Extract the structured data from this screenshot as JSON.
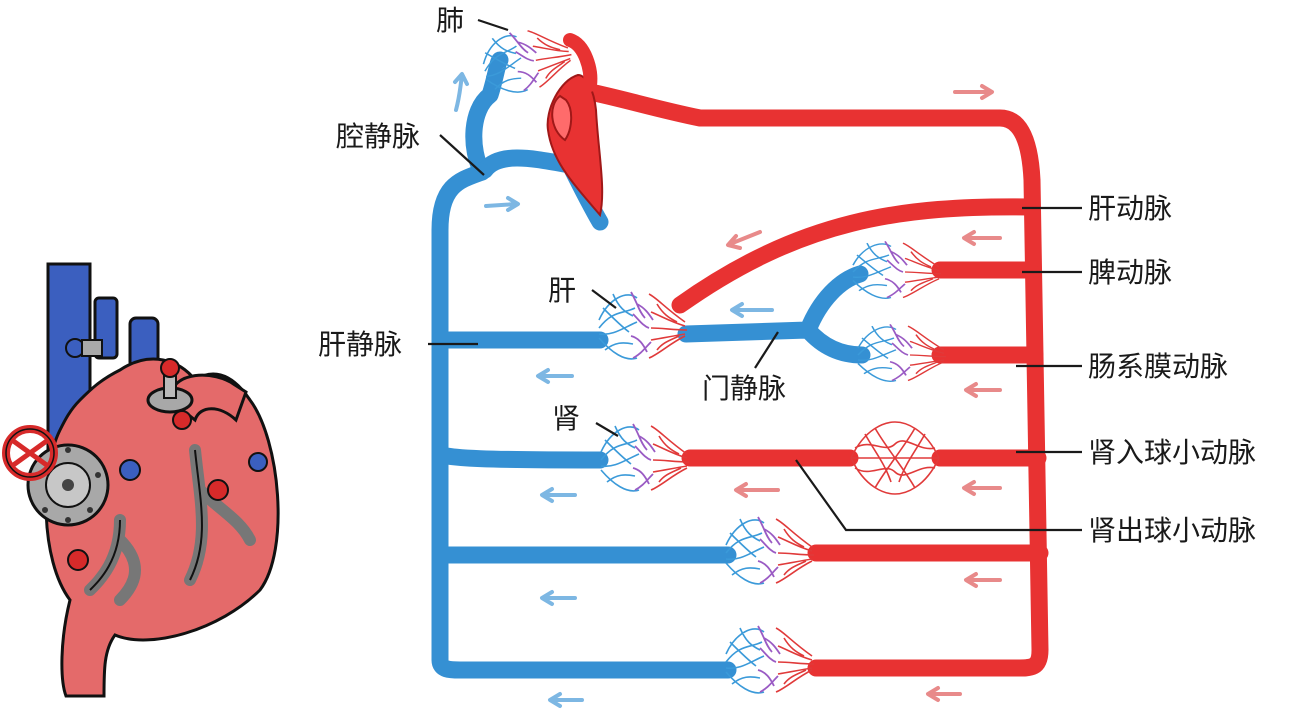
{
  "labels": {
    "lung": "肺",
    "vena_cava": "腔静脉",
    "hepatic_artery": "肝动脉",
    "splenic_artery": "脾动脉",
    "liver": "肝",
    "hepatic_vein": "肝静脉",
    "mesenteric_artery": "肠系膜动脉",
    "portal_vein": "门静脉",
    "kidney": "肾",
    "afferent_arteriole": "肾入球小动脉",
    "efferent_arteriole": "肾出球小动脉"
  },
  "colors": {
    "vein": "#3590d3",
    "artery": "#e83232",
    "heart_body": "#e46a6a",
    "valve_gray": "#a8a8a8",
    "valve_red": "#d72a2a",
    "vessel_blue": "#3b5fbf"
  },
  "icons": [
    "heart-machine-illustration",
    "flow-arrow-icon",
    "capillary-bed-icon"
  ]
}
